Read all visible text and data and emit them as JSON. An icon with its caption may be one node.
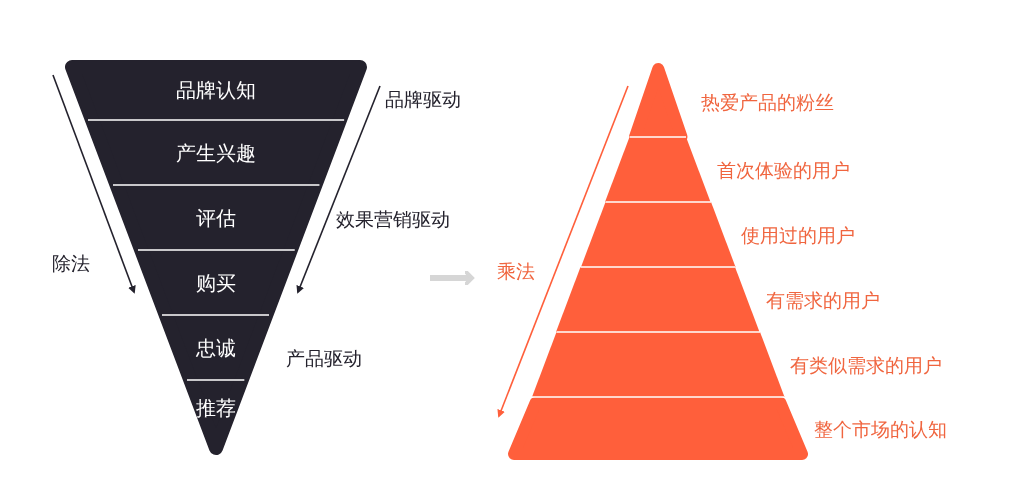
{
  "diagram": {
    "nodes": [
      {
        "text": [],
        "shape": "triangle"
      },
      {
        "text": [
          "品牌认知"
        ],
        "in": 0
      },
      {
        "text": [
          "产生兴趣"
        ],
        "in": 0
      },
      {
        "text": [
          "评估"
        ],
        "in": 0
      },
      {
        "text": [
          "购买"
        ],
        "in": 0
      },
      {
        "text": [
          "忠诚"
        ],
        "in": 0
      },
      {
        "text": [
          "推荐"
        ],
        "in": 0
      },
      {
        "text": [],
        "shape": "triangle"
      },
      {
        "text": [],
        "shape": "band",
        "in": 7,
        "beside": [
          "热爱产品的粉丝"
        ]
      },
      {
        "text": [],
        "shape": "band",
        "in": 7,
        "beside": [
          "首次体验的用户"
        ]
      },
      {
        "text": [],
        "shape": "band",
        "in": 7,
        "beside": [
          "使用过的用户"
        ]
      },
      {
        "text": [],
        "shape": "band",
        "in": 7,
        "beside": [
          "有需求的用户"
        ]
      },
      {
        "text": [],
        "shape": "band",
        "in": 7,
        "beside": [
          "有类似需求的用户"
        ]
      },
      {
        "text": [],
        "shape": "band",
        "in": 7,
        "beside": [
          "整个市场的认知"
        ]
      }
    ],
    "labels": [
      "品牌驱动",
      "除法",
      "效果营销驱动",
      "产品驱动",
      "乘法"
    ]
  }
}
